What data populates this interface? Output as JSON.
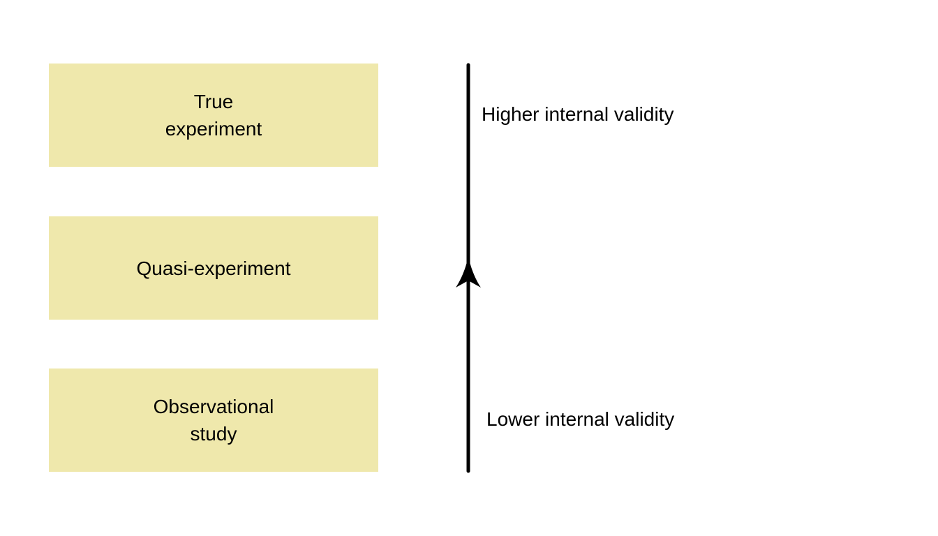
{
  "colors": {
    "box_fill": "#EFE8AC",
    "arrow": "#000000",
    "text": "#000000",
    "background": "#FFFFFF"
  },
  "boxes": [
    {
      "label": "True\nexperiment"
    },
    {
      "label": "Quasi-experiment"
    },
    {
      "label": "Observational\n study"
    }
  ],
  "arrow": {
    "direction": "up",
    "top_label": "Higher internal validity",
    "bottom_label": "Lower internal validity"
  }
}
